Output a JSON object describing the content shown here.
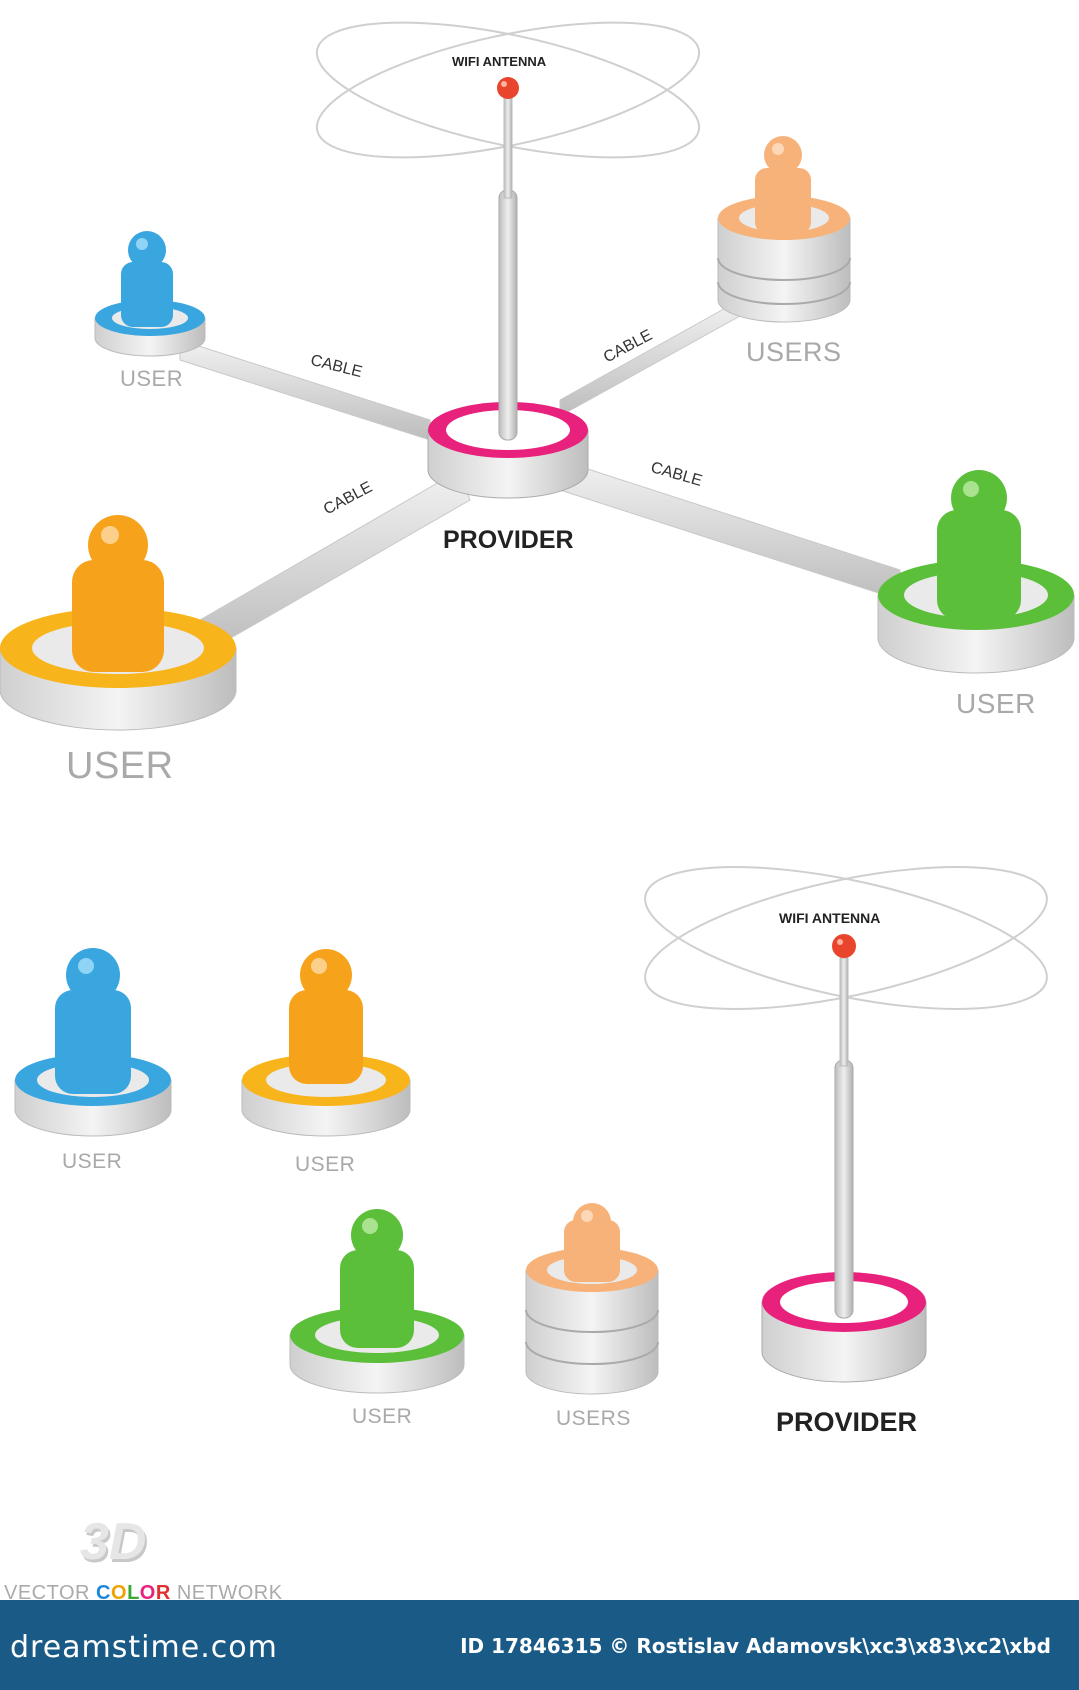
{
  "network": {
    "antenna_label": "WIFI ANTENNA",
    "provider_label": "PROVIDER",
    "cable_label": "CABLE",
    "user_small_label": "USER",
    "users_label": "USERS",
    "user_large_label": "USER",
    "user_green_label": "USER"
  },
  "legend": {
    "antenna_label": "WIFI ANTENNA",
    "provider_label": "PROVIDER",
    "blue_user_label": "USER",
    "orange_user_label": "USER",
    "green_user_label": "USER",
    "users_label": "USERS"
  },
  "colors": {
    "blue": "#3aa6e0",
    "orange": "#f7a21b",
    "peach": "#f7b27a",
    "green": "#5bbf3a",
    "magenta": "#e8227c",
    "antenna_ball": "#e8452c",
    "footer_bg": "#1a5a86"
  },
  "badge": {
    "mark": "3D",
    "tagline_part1": "VECTOR ",
    "tagline_c": "C",
    "tagline_o1": "O",
    "tagline_l": "L",
    "tagline_o2": "O",
    "tagline_r": "R",
    "tagline_part3": " NETWORK"
  },
  "footer": {
    "brand": "dreamstime.com",
    "id_text": "ID 17846315 © Rostislav Adamovsk\\xc3\\x83\\xc2\\xbd"
  }
}
